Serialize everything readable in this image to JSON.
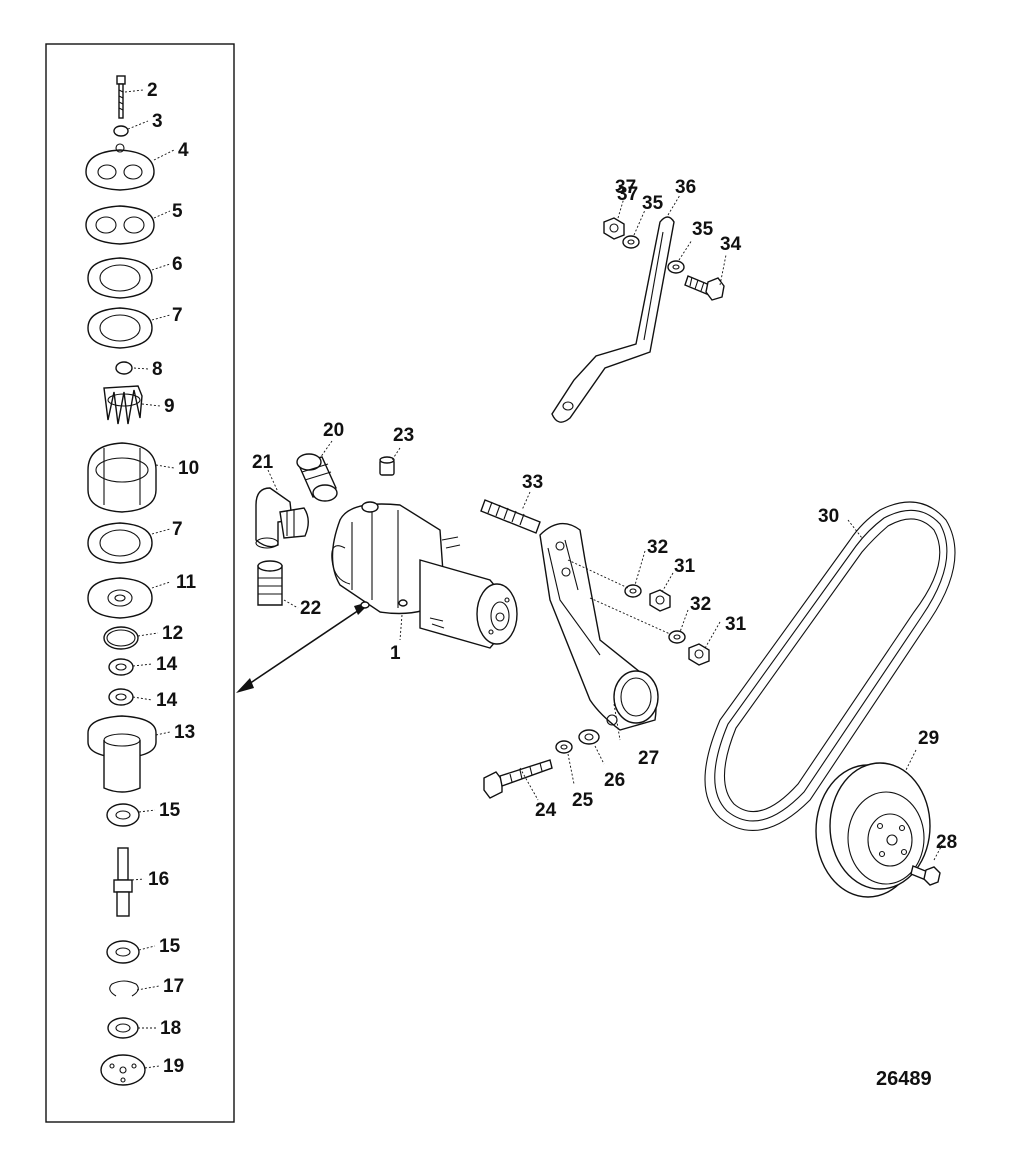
{
  "diagram": {
    "reference_number": "26489",
    "callouts": {
      "c1": "1",
      "c2": "2",
      "c3": "3",
      "c4": "4",
      "c5": "5",
      "c6": "6",
      "c7a": "7",
      "c7b": "7",
      "c8": "8",
      "c9": "9",
      "c10": "10",
      "c11": "11",
      "c12": "12",
      "c13": "13",
      "c14a": "14",
      "c14b": "14",
      "c15a": "15",
      "c15b": "15",
      "c16": "16",
      "c17": "17",
      "c18": "18",
      "c19": "19",
      "c20": "20",
      "c21": "21",
      "c22": "22",
      "c23": "23",
      "c24": "24",
      "c25": "25",
      "c26": "26",
      "c27": "27",
      "c28": "28",
      "c29": "29",
      "c30": "30",
      "c31a": "31",
      "c31b": "31",
      "c32a": "32",
      "c32b": "32",
      "c33": "33",
      "c34": "34",
      "c35a": "35",
      "c35b": "35",
      "c36": "36",
      "c37a": "37",
      "c37b": "37"
    }
  }
}
